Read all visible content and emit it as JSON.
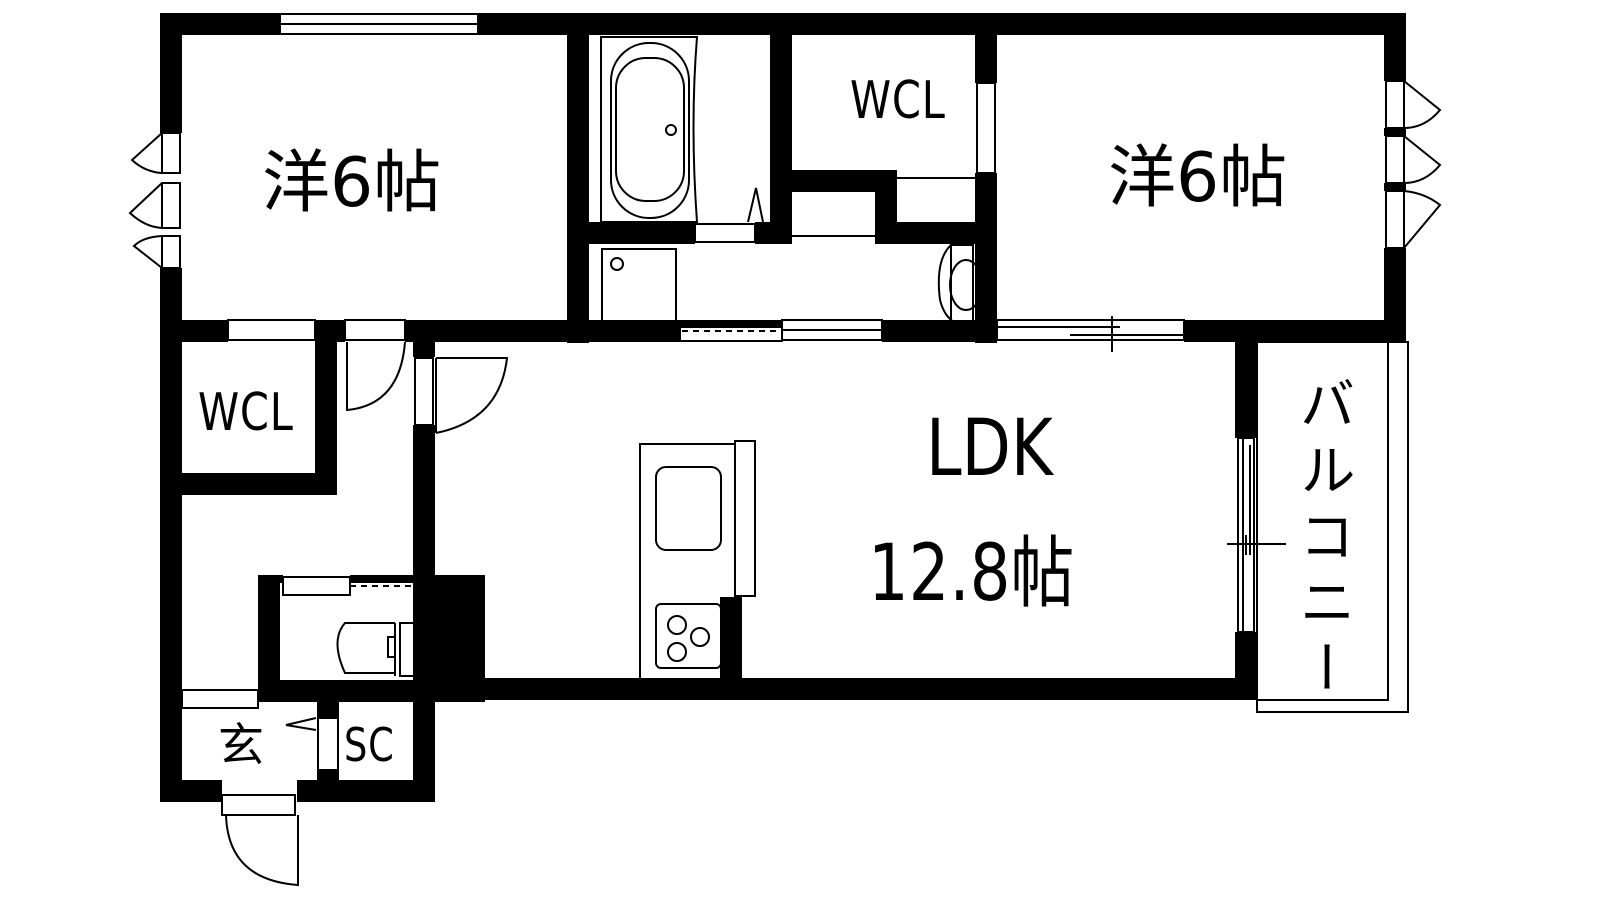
{
  "floorplan": {
    "rooms": {
      "bedroom_west": {
        "label": "洋6帖",
        "type": "Western-style room",
        "size_jo": 6
      },
      "bedroom_east": {
        "label": "洋6帖",
        "type": "Western-style room",
        "size_jo": 6
      },
      "wcl_north": {
        "label": "WCL"
      },
      "wcl_west": {
        "label": "WCL"
      },
      "ldk": {
        "label": "LDK",
        "size": "12.8帖",
        "size_jo": 12.8
      },
      "balcony": {
        "label": "バルコニー"
      },
      "entrance": {
        "label": "玄"
      },
      "shoe_closet": {
        "label": "SC"
      }
    },
    "fixtures": [
      "bathtub-icon",
      "washbasin-icon",
      "washing-machine-pan-icon",
      "toilet-icon",
      "kitchen-sink-icon",
      "gas-stove-icon"
    ],
    "colors": {
      "wall": "#000000",
      "background": "#ffffff",
      "line": "#000000"
    }
  }
}
